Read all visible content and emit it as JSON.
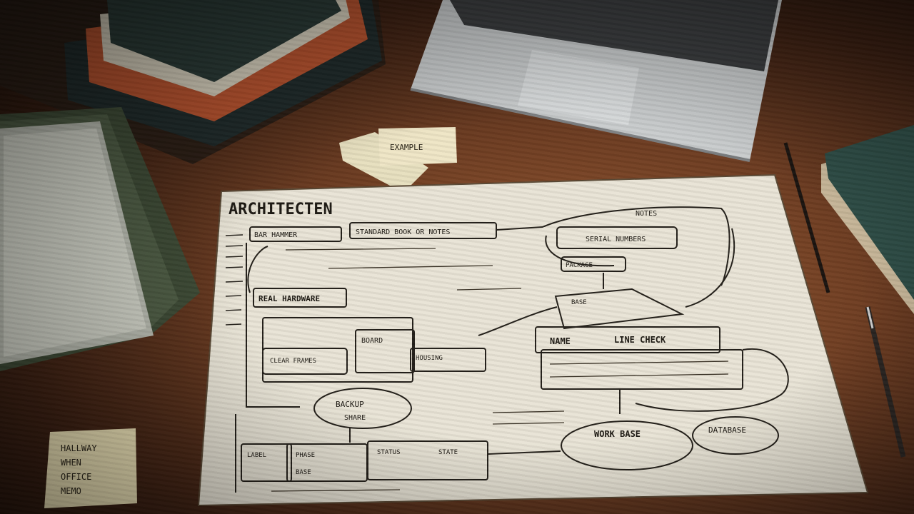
{
  "scene": {
    "accent_paper": "#ece7da",
    "desk_color": "#7a4426"
  },
  "blueprint": {
    "title": "ARCHITECTEN"
  },
  "sticky_note_small": {
    "text": "EXAMPLE"
  },
  "sticky_note_bottom": {
    "lines": [
      "HALLWAY",
      "WHEN",
      "OFFICE",
      "MEMO"
    ]
  },
  "diagram": {
    "top_bar_left": "BAR HAMMER",
    "top_bar_right": "STANDARD BOOK OR NOTES",
    "top_right_box": "NOTES",
    "top_right_box2": "SERIAL NUMBERS",
    "center_tag": "PACKAGE",
    "left_box": "REAL HARDWARE",
    "left_inner": "CLEAR FRAMES",
    "mid_box": "BOARD",
    "mid_note": "HOUSING",
    "diamond_label": "BASE",
    "right_table_a": "NAME",
    "right_table_b": "LINE CHECK",
    "oval_a": "BACKUP",
    "oval_a_sub": "SHARE",
    "oval_b": "WORK BASE",
    "oval_c": "DATABASE",
    "bottom_a": "LABEL",
    "bottom_b": "PHASE",
    "bottom_c": "BASE",
    "bottom_d": "STATUS",
    "bottom_e": "STATE"
  }
}
